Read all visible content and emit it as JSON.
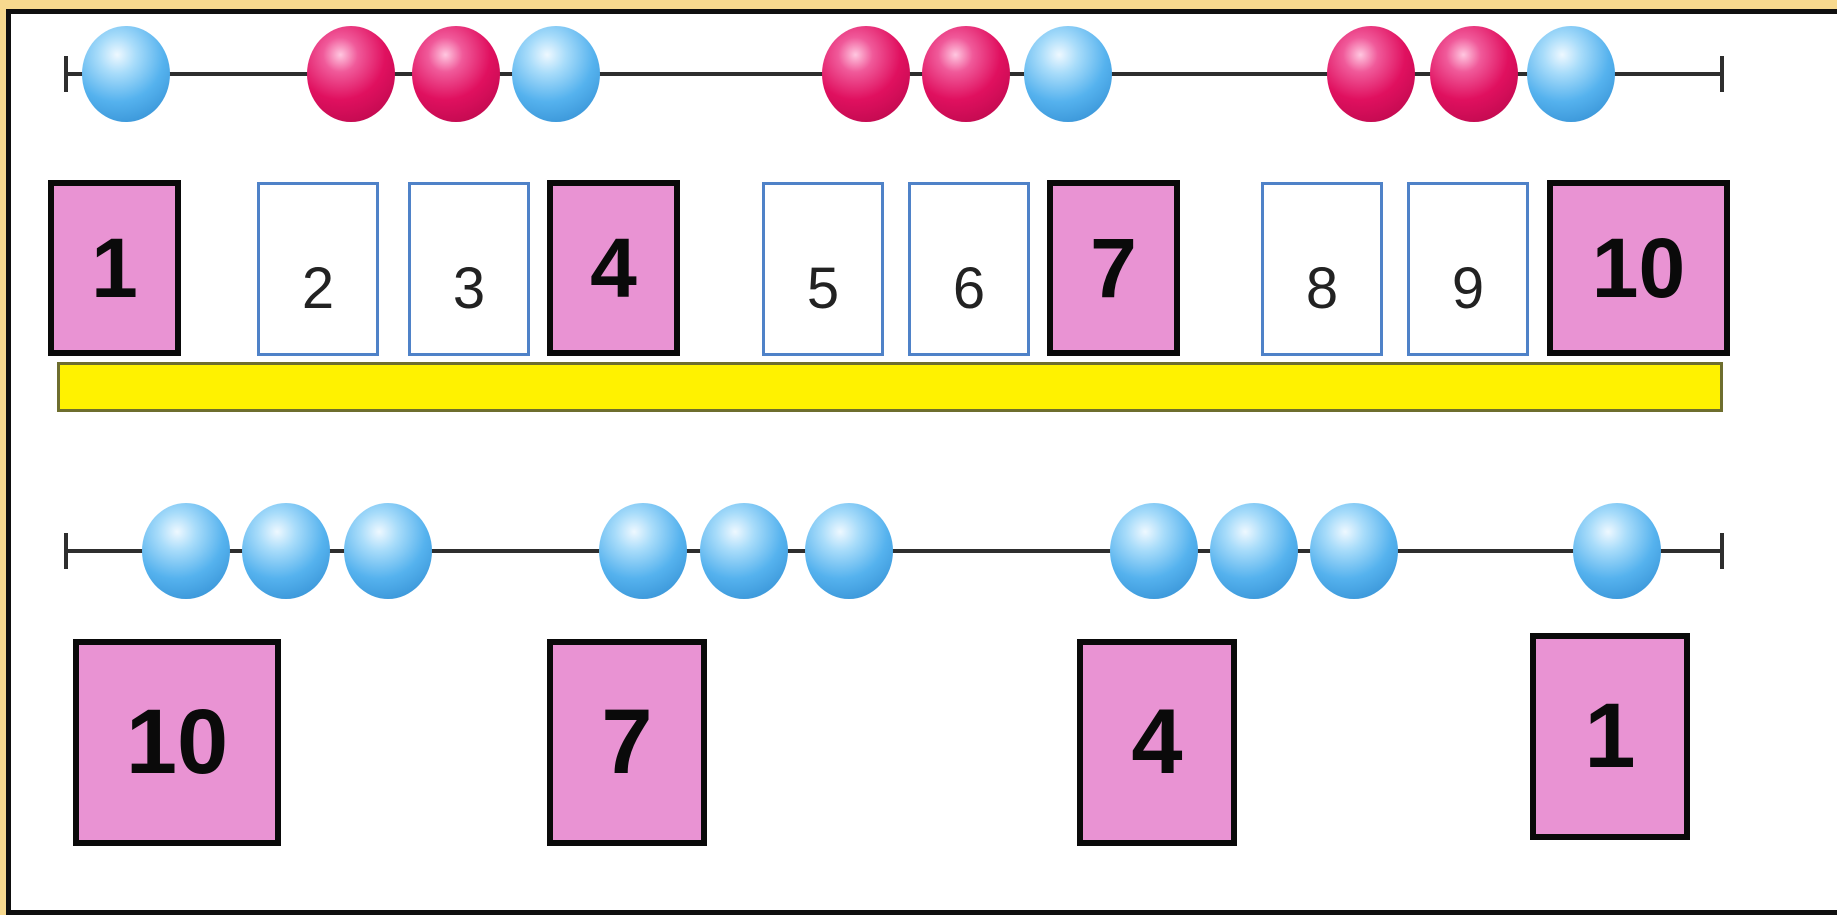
{
  "colors": {
    "page_background": "#f7d98e",
    "frame_border": "#0f0f0f",
    "red_bead": "#e0105f",
    "blue_bead": "#55b2ee",
    "pink_box": "#e993d3",
    "card_border": "#4f82c8",
    "bar": "#fff200"
  },
  "top_abacus": {
    "bead_colors": [
      "blue",
      "red",
      "red",
      "blue",
      "red",
      "red",
      "blue",
      "red",
      "red",
      "blue"
    ]
  },
  "number_cards": [
    "2",
    "3",
    "5",
    "6",
    "8",
    "9"
  ],
  "top_pink_boxes": [
    "1",
    "4",
    "7",
    "10"
  ],
  "bottom_abacus": {
    "bead_colors": [
      "blue",
      "blue",
      "blue",
      "blue",
      "blue",
      "blue",
      "blue",
      "blue",
      "blue",
      "blue"
    ]
  },
  "bottom_pink_boxes": [
    "10",
    "7",
    "4",
    "1"
  ]
}
